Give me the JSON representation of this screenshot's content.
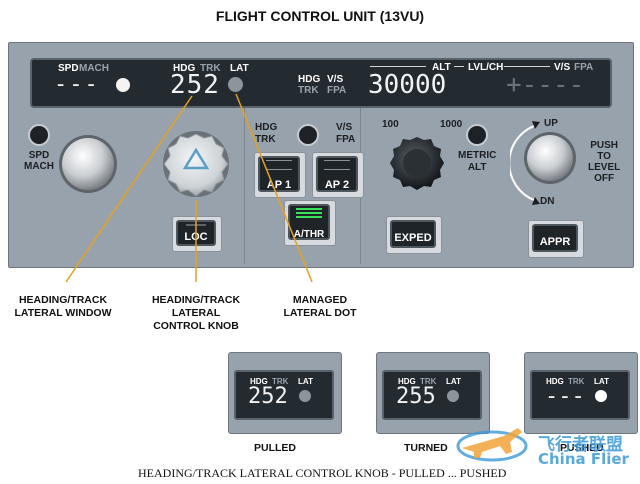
{
  "title": "FLIGHT CONTROL UNIT (13VU)",
  "display": {
    "spd_label": "SPD",
    "mach_label": "MACH",
    "spd_value": "---",
    "hdg_label": "HDG",
    "trk_label": "TRK",
    "lat_label": "LAT",
    "hdg_value": "252",
    "mode_hdg": "HDG",
    "mode_trk": "TRK",
    "mode_vs": "V/S",
    "mode_fpa": "FPA",
    "alt_label": "ALT",
    "alt_value": "30000",
    "lvlch_label": "LVL/CH",
    "vs_label": "V/S",
    "fpa_label": "FPA",
    "vs_value": "+----"
  },
  "panel": {
    "spd_mach": "SPD\nMACH",
    "hdg_trk": "HDG\nTRK",
    "vs_fpa": "V/S\nFPA",
    "ap1": "AP 1",
    "ap2": "AP 2",
    "athr": "A/THR",
    "loc": "LOC",
    "alt_100": "100",
    "alt_1000": "1000",
    "metric_alt": "METRIC\nALT",
    "exped": "EXPED",
    "up": "UP",
    "dn": "DN",
    "push_to_level_off": "PUSH\nTO\nLEVEL\nOFF",
    "appr": "APPR"
  },
  "callouts": {
    "window": "HEADING/TRACK\nLATERAL WINDOW",
    "knob": "HEADING/TRACK\nLATERAL\nCONTROL KNOB",
    "dot": "MANAGED\nLATERAL DOT"
  },
  "states": [
    {
      "hdg": "HDG",
      "trk": "TRK",
      "lat": "LAT",
      "value": "252",
      "label": "PULLED"
    },
    {
      "hdg": "HDG",
      "trk": "TRK",
      "lat": "LAT",
      "value": "255",
      "label": "TURNED"
    },
    {
      "hdg": "HDG",
      "trk": "TRK",
      "lat": "LAT",
      "value": "---",
      "label": "PUSHED"
    }
  ],
  "caption": "HEADING/TRACK LATERAL CONTROL KNOB - PULLED ... PUSHED",
  "watermark": {
    "cn": "飞行者联盟",
    "en": "China Flier"
  }
}
